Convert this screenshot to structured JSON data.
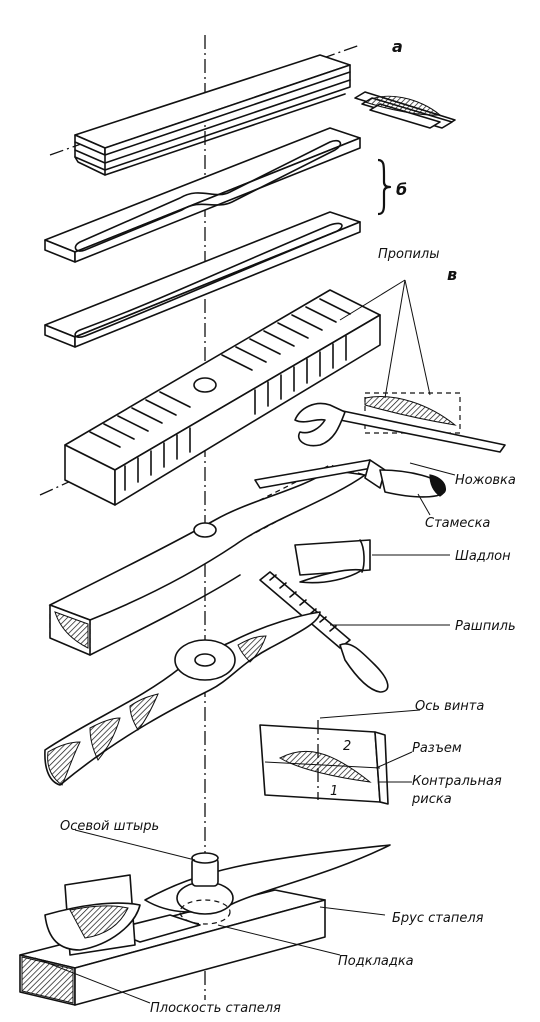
{
  "figure": {
    "stage_a": "а",
    "stage_b": "б",
    "stage_v": "в",
    "labels": {
      "cuts": "Пропилы",
      "saw": "Ножовка",
      "chisel": "Стамеска",
      "template": "Шадлон",
      "rasp": "Рашпиль",
      "propeller_axis": "Ось винта",
      "joint": "Разъем",
      "control_line": "Контральная",
      "control_line_2": "риска",
      "section_1": "1",
      "section_2": "2",
      "axial_pin": "Осевой штырь",
      "jig_beam": "Брус стапеля",
      "pad": "Подкладка",
      "jig_plane": "Плоскость стапеля"
    }
  }
}
